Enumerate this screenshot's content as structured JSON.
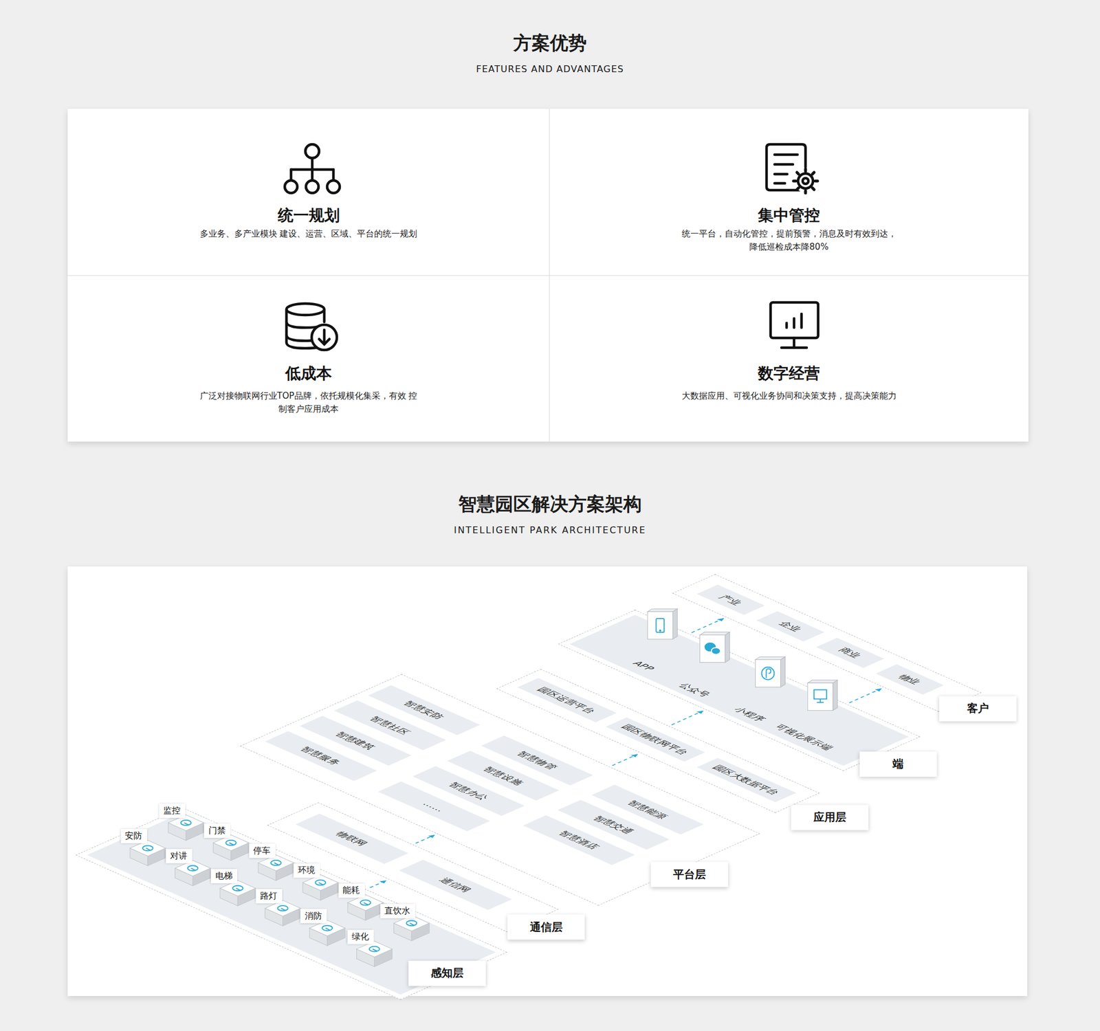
{
  "diagram": {
    "title": "方案优势",
    "nodes": [
      {
        "text": [
          "统一规划",
          "多业务、多产业模块 建设、运营、区域、平台的统一规划"
        ]
      },
      {
        "text": [
          "集中管控",
          "统一平台，自动化管控，提前预警，消息及时有效到达， 降低巡检成本降80%"
        ]
      },
      {
        "text": [
          "低成本",
          "广泛对接物联网行业TOP品牌，依托规模化集采，有效 控制客户应用成本"
        ]
      },
      {
        "text": [
          "数字经营",
          "大数据应用、可视化业务协同和决策支持，提高决策能力"
        ]
      },
      {
        "text": [
          "感知层"
        ]
      },
      {
        "text": [
          "监控"
        ],
        "in": 4
      },
      {
        "text": [
          "安防"
        ],
        "in": 4
      },
      {
        "text": [
          "门禁"
        ],
        "in": 4
      },
      {
        "text": [
          "对讲"
        ],
        "in": 4
      },
      {
        "text": [
          "停车"
        ],
        "in": 4
      },
      {
        "text": [
          "电梯"
        ],
        "in": 4
      },
      {
        "text": [
          "环境"
        ],
        "in": 4
      },
      {
        "text": [
          "路灯"
        ],
        "in": 4
      },
      {
        "text": [
          "能耗"
        ],
        "in": 4
      },
      {
        "text": [
          "消防"
        ],
        "in": 4
      },
      {
        "text": [
          "直饮水"
        ],
        "in": 4
      },
      {
        "text": [
          "绿化"
        ],
        "in": 4
      },
      {
        "text": [
          "通信层"
        ]
      },
      {
        "text": [
          "物联网"
        ],
        "in": 17
      },
      {
        "text": [
          "通信网"
        ],
        "in": 17
      },
      {
        "text": [
          "平台层"
        ]
      },
      {
        "text": [
          "智慧安防"
        ],
        "in": 20
      },
      {
        "text": [
          "智慧社区"
        ],
        "in": 20
      },
      {
        "text": [
          "智慧建筑"
        ],
        "in": 20
      },
      {
        "text": [
          "智慧服务"
        ],
        "in": 20
      },
      {
        "text": [
          "智慧物管"
        ],
        "in": 20
      },
      {
        "text": [
          "智慧设施"
        ],
        "in": 20
      },
      {
        "text": [
          "智慧办公"
        ],
        "in": 20
      },
      {
        "text": [
          "……"
        ],
        "in": 20
      },
      {
        "text": [
          "智慧能源"
        ],
        "in": 20
      },
      {
        "text": [
          "智慧交通"
        ],
        "in": 20
      },
      {
        "text": [
          "智慧酒店"
        ],
        "in": 20
      },
      {
        "text": [
          "应用层"
        ]
      },
      {
        "text": [
          "园区运营平台"
        ],
        "in": 32
      },
      {
        "text": [
          "园区物联网平台"
        ],
        "in": 32
      },
      {
        "text": [
          "园区大数据平台"
        ],
        "in": 32
      },
      {
        "text": [
          "端"
        ]
      },
      {
        "text": [
          "APP"
        ],
        "in": 36
      },
      {
        "text": [
          "公众号"
        ],
        "in": 36
      },
      {
        "text": [
          "小程序"
        ],
        "in": 36
      },
      {
        "text": [
          "可视化展示端"
        ],
        "in": 36
      },
      {
        "text": [
          "客户"
        ]
      },
      {
        "text": [
          "产业"
        ],
        "in": 41
      },
      {
        "text": [
          "企业"
        ],
        "in": 41
      },
      {
        "text": [
          "商业"
        ],
        "in": 41
      },
      {
        "text": [
          "物业"
        ],
        "in": 41
      }
    ],
    "edges": [
      {
        "from": 4,
        "to": 17,
        "arrow": "to"
      },
      {
        "from": 17,
        "to": 20,
        "arrow": "to"
      },
      {
        "from": 20,
        "to": 32,
        "arrow": "to"
      },
      {
        "from": 32,
        "to": 36,
        "arrow": "to"
      },
      {
        "from": 36,
        "to": 41,
        "arrow": "to"
      },
      {
        "from": 36,
        "to": 41,
        "arrow": "to"
      }
    ],
    "labels": [
      "FEATURES AND ADVANTAGES",
      "智慧园区解决方案架构",
      "INTELLIGENT PARK ARCHITECTURE"
    ]
  }
}
